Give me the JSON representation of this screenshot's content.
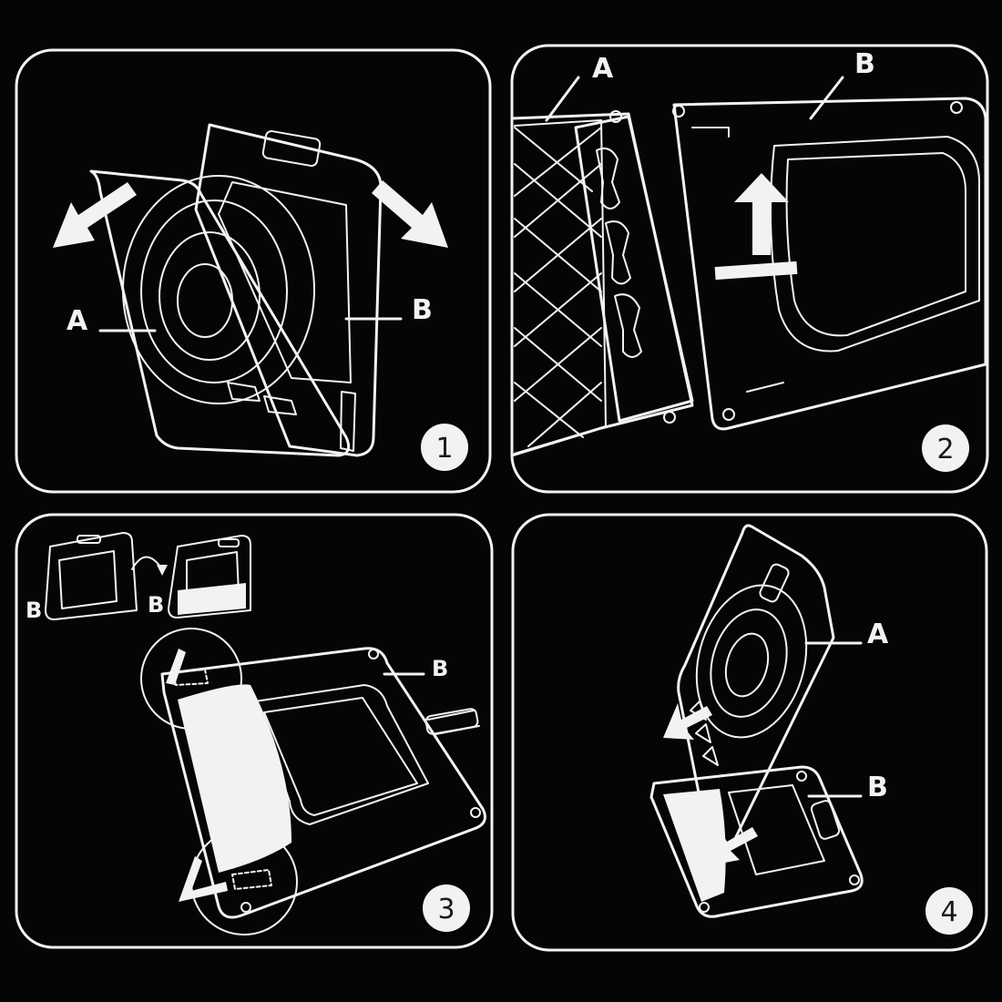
{
  "panels": [
    {
      "number": "1",
      "labels": {
        "a": "A",
        "b": "B"
      }
    },
    {
      "number": "2",
      "labels": {
        "a": "A",
        "b": "B"
      }
    },
    {
      "number": "3",
      "labels": {
        "b_main": "B",
        "b_small_1": "B",
        "b_small_2": "B"
      }
    },
    {
      "number": "4",
      "labels": {
        "a": "A",
        "b": "B"
      }
    }
  ],
  "colors": {
    "background": "#050505",
    "line": "#f2f2f2"
  }
}
